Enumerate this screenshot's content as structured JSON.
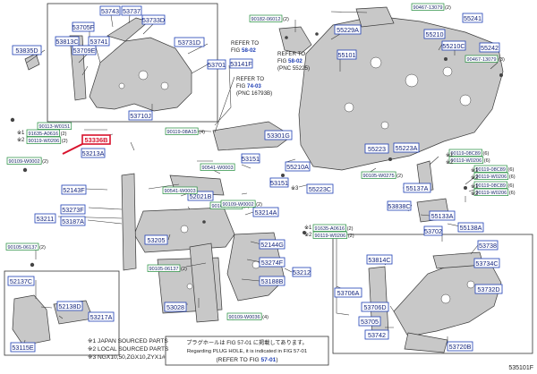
{
  "colors": {
    "callout_border": "#1f3fb5",
    "callout_text": "#0d1f7a",
    "small_border": "#1e8a3a",
    "highlight": "#d8122c",
    "line": "#333333",
    "part_fill": "#c8c8c8",
    "part_stroke": "#3a3a3a"
  },
  "callouts": [
    {
      "label": "53743"
    },
    {
      "label": "53737"
    },
    {
      "label": "53733D"
    },
    {
      "label": "53705F"
    },
    {
      "label": "53813C"
    },
    {
      "label": "53741"
    },
    {
      "label": "53709E"
    },
    {
      "label": "53835D"
    },
    {
      "label": "53731D"
    },
    {
      "label": "53701"
    },
    {
      "label": "53710J"
    },
    {
      "label": "53141F"
    },
    {
      "label": "55101"
    },
    {
      "label": "55241"
    },
    {
      "label": "55229A"
    },
    {
      "label": "55210"
    },
    {
      "label": "55210C"
    },
    {
      "label": "55242"
    },
    {
      "label": "55223"
    },
    {
      "label": "55223A"
    },
    {
      "label": "53301G"
    },
    {
      "label": "55210A"
    },
    {
      "label": "53213A"
    },
    {
      "label": "53151"
    },
    {
      "label": "53151"
    },
    {
      "label": "52143F"
    },
    {
      "label": "52021B"
    },
    {
      "label": "53273F"
    },
    {
      "label": "53187A"
    },
    {
      "label": "53211"
    },
    {
      "label": "53205"
    },
    {
      "label": "53214A"
    },
    {
      "label": "52144G"
    },
    {
      "label": "53274F"
    },
    {
      "label": "53212"
    },
    {
      "label": "53188B"
    },
    {
      "label": "53028"
    },
    {
      "label": "52137C"
    },
    {
      "label": "52138D"
    },
    {
      "label": "53217A"
    },
    {
      "label": "53115E"
    },
    {
      "label": "55223C"
    },
    {
      "label": "55137A"
    },
    {
      "label": "53838C"
    },
    {
      "label": "55133A"
    },
    {
      "label": "55138A"
    },
    {
      "label": "53702"
    },
    {
      "label": "53738"
    },
    {
      "label": "53814C"
    },
    {
      "label": "53734C"
    },
    {
      "label": "53706A"
    },
    {
      "label": "53732D"
    },
    {
      "label": "53706D"
    },
    {
      "label": "53705"
    },
    {
      "label": "53742"
    },
    {
      "label": "53720B"
    }
  ],
  "highlight_callout": {
    "label": "53336B"
  },
  "small_labels": [
    {
      "label": "90182-06012",
      "qty": "(2)"
    },
    {
      "label": "90467-13079",
      "qty": "(2)"
    },
    {
      "label": "90467-13079",
      "qty": "(3)"
    },
    {
      "label": "90119-08A15",
      "qty": "(4)"
    },
    {
      "label": "90119-08C89",
      "qty": "(6)"
    },
    {
      "label": "90119-W0206",
      "qty": "(6)"
    },
    {
      "label": "90119-08C89",
      "qty": "(6)"
    },
    {
      "label": "90119-W0206",
      "qty": "(6)"
    },
    {
      "label": "90119-08C89",
      "qty": "(6)"
    },
    {
      "label": "90119-W0206",
      "qty": "(6)"
    },
    {
      "label": "90105-W0275",
      "qty": "(2)"
    },
    {
      "label": "90541-W0003",
      "qty": ""
    },
    {
      "label": "90541-W0003",
      "qty": ""
    },
    {
      "label": "90109-W0002",
      "qty": "(2)"
    },
    {
      "label": "90105-06137",
      "qty": "(2)"
    },
    {
      "label": "90105-06137",
      "qty": "(2)"
    },
    {
      "label": "90105-06137",
      "qty": "(2)"
    },
    {
      "label": "90109-W0002",
      "qty": "(2)"
    },
    {
      "label": "91635-A0616",
      "qty": "(2)"
    },
    {
      "label": "90119-W0206",
      "qty": "(2)"
    },
    {
      "label": "90109-W0036",
      "qty": "(4)"
    },
    {
      "label": "90113-W0151",
      "qty": ""
    },
    {
      "label": "91635-A0616",
      "qty": "(2)"
    },
    {
      "label": "90119-W0206",
      "qty": "(2)"
    }
  ],
  "marks": {
    "note3": "※3",
    "note1": "※1",
    "note2": "※2"
  },
  "refs": {
    "ref1": {
      "line1": "REFER TO",
      "line2_prefix": "FIG ",
      "line2_link": "58-02"
    },
    "ref2": {
      "line1": "REFER TO",
      "line2_prefix": "FIG ",
      "line2_link": "58-02",
      "line3": "(PNC 55225)"
    },
    "ref3": {
      "line1": "REFER TO",
      "line2_prefix": "FIG ",
      "line2_link": "74-03",
      "line3": "(PNC 16793B)"
    }
  },
  "legend": {
    "line1": "※1 JAPAN SOURCED PARTS",
    "line2": "※2 LOCAL SOURCED PARTS",
    "line3": "※3 NGX10,50,ZGX10,ZYX1#"
  },
  "plug_note": {
    "jp": "プラグホールは FIG 57-01 に掲載してあります。",
    "en": "Regarding PLUG HOLE, it is indicated in FIG 57-01",
    "ref_prefix": "(REFER TO FIG ",
    "ref_link": "57-01",
    "ref_suffix": ")"
  },
  "figure_id": "535101F"
}
